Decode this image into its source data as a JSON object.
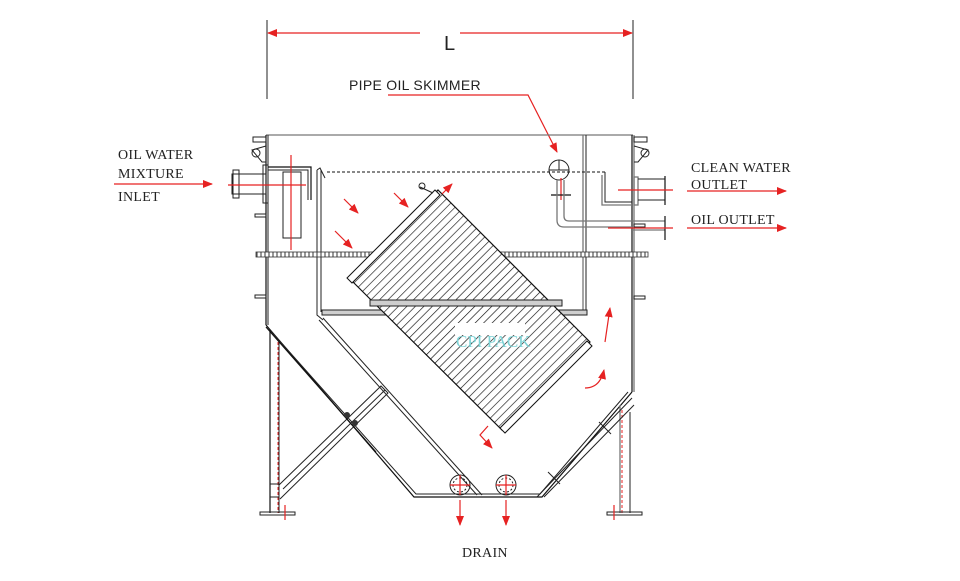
{
  "diagram": {
    "title": "CPI Oil Water Separator - Section View",
    "dimension_label": "L",
    "labels": {
      "pipe_oil_skimmer": "PIPE OIL SKIMMER",
      "inlet_line1": "OIL WATER",
      "inlet_line2": "MIXTURE",
      "inlet_line3": "INLET",
      "clean_water_line1": "CLEAN WATER",
      "clean_water_line2": "OUTLET",
      "oil_outlet": "OIL OUTLET",
      "drain": "DRAIN",
      "cpi_pack": "CPI PACK"
    },
    "colors": {
      "flow_arrows": "#e62222",
      "structure": "#111111",
      "pack_label": "#7fd3d6"
    },
    "flow_arrows_count": 12,
    "drain_nozzles_count": 2
  }
}
